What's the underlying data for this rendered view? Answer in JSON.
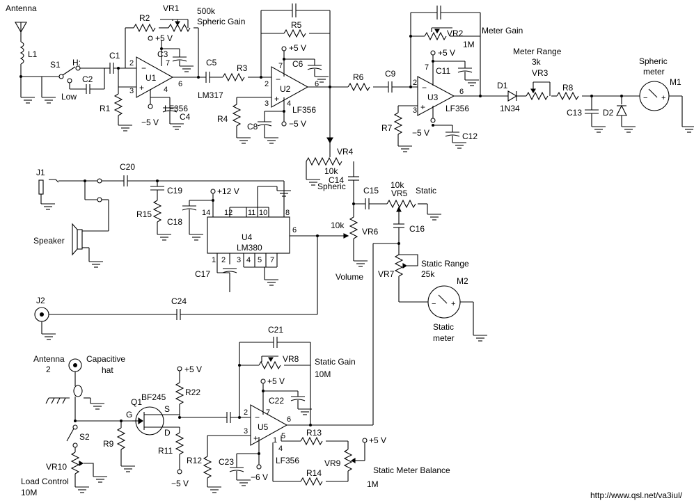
{
  "labels": {
    "antenna": "Antenna",
    "l1": "L1",
    "s1": "S1",
    "s1_h": "H:",
    "s1_low": "Low",
    "c1": "C1",
    "c2": "C2",
    "r1": "R1",
    "r2": "R2",
    "vr1": "VR1",
    "vr1_value": "500k",
    "vr1_desc": "Spheric Gain",
    "u1": "U1",
    "u1_type": "LF356",
    "c3": "C3",
    "c4": "C4",
    "c5": "C5",
    "lm317": "LM317",
    "r3": "R3",
    "r4": "R4",
    "r5": "R5",
    "u2": "U2",
    "u2_type": "LF356",
    "c6": "C6",
    "c8": "C8",
    "r6": "R6",
    "c9": "C9",
    "vr2": "VR2",
    "vr2_value": "1M",
    "meter_gain": "Meter Gain",
    "u3": "U3",
    "u3_type": "LF356",
    "c11": "C11",
    "c12": "C12",
    "r7": "R7",
    "meter_range": "Meter Range",
    "meter_range_value": "3k",
    "vr3": "VR3",
    "d1": "D1",
    "d1_type": "1N34",
    "r8": "R8",
    "c13": "C13",
    "d2": "D2",
    "spheric_meter_1": "Spheric",
    "spheric_meter_2": "meter",
    "m1": "M1",
    "vr4": "VR4",
    "vr4_value": "10k",
    "vr4_desc": "Spheric",
    "c14": "C14",
    "c15": "C15",
    "vr5": "VR5",
    "vr5_value": "10k",
    "vr5_desc": "Static",
    "vr6": "VR6",
    "vr6_value": "10k",
    "volume": "Volume",
    "c16": "C16",
    "vr7": "VR7",
    "static_range": "Static Range",
    "static_range_value": "25k",
    "m2": "M2",
    "static_meter_1": "Static",
    "static_meter_2": "meter",
    "j1": "J1",
    "c20": "C20",
    "c19": "C19",
    "r15": "R15",
    "c18": "C18",
    "speaker": "Speaker",
    "u4": "U4",
    "u4_type": "LM380",
    "c17": "C17",
    "j2": "J2",
    "c24": "C24",
    "antenna2_1": "Antenna",
    "antenna2_2": "2",
    "cap_hat_1": "Capacitive",
    "cap_hat_2": "hat",
    "q1": "Q1",
    "q1_type": "BF245",
    "r22": "R22",
    "r9": "R9",
    "r11": "R11",
    "r12": "R12",
    "c21": "C21",
    "vr8": "VR8",
    "static_gain": "Static Gain",
    "static_gain_value": "10M",
    "u5": "U5",
    "u5_type": "LF356",
    "c22": "C22",
    "c23": "C23",
    "r13": "R13",
    "r14": "R14",
    "vr9": "VR9",
    "vr9_value": "1M",
    "static_meter_balance": "Static Meter Balance",
    "s2": "S2",
    "vr10": "VR10",
    "load_control": "Load Control",
    "load_control_value": "10M",
    "url": "http://www.qsl.net/va3iul/"
  },
  "rails": {
    "plus5": "+5 V",
    "minus5": "−5 V",
    "plus12": "+12 V",
    "minus6": "−6 V"
  },
  "pins": {
    "u1_p2": "2",
    "u1_p3": "3",
    "u1_p4": "4",
    "u1_p6": "6",
    "u1_p7": "7",
    "u2_p2": "2",
    "u2_p3": "3",
    "u2_p4": "4",
    "u2_p6": "6",
    "u2_p7": "7",
    "u3_p2": "2",
    "u3_p3": "3",
    "u3_p6": "6",
    "u3_p7": "7",
    "u5_p1": "1",
    "u5_p2": "2",
    "u5_p3": "3",
    "u5_p4": "4",
    "u5_p5": "5",
    "u5_p6": "6",
    "u5_p7": "7",
    "u4_p1": "1",
    "u4_p2": "2",
    "u4_p3": "3",
    "u4_p4": "4",
    "u4_p5": "5",
    "u4_p6": "6",
    "u4_p7": "7",
    "u4_p8": "8",
    "u4_p10": "10",
    "u4_p11": "11",
    "u4_p12": "12",
    "u4_p14": "14",
    "minus": "−",
    "plus": "+",
    "q1_g": "G",
    "q1_s": "S",
    "q1_d": "D"
  }
}
